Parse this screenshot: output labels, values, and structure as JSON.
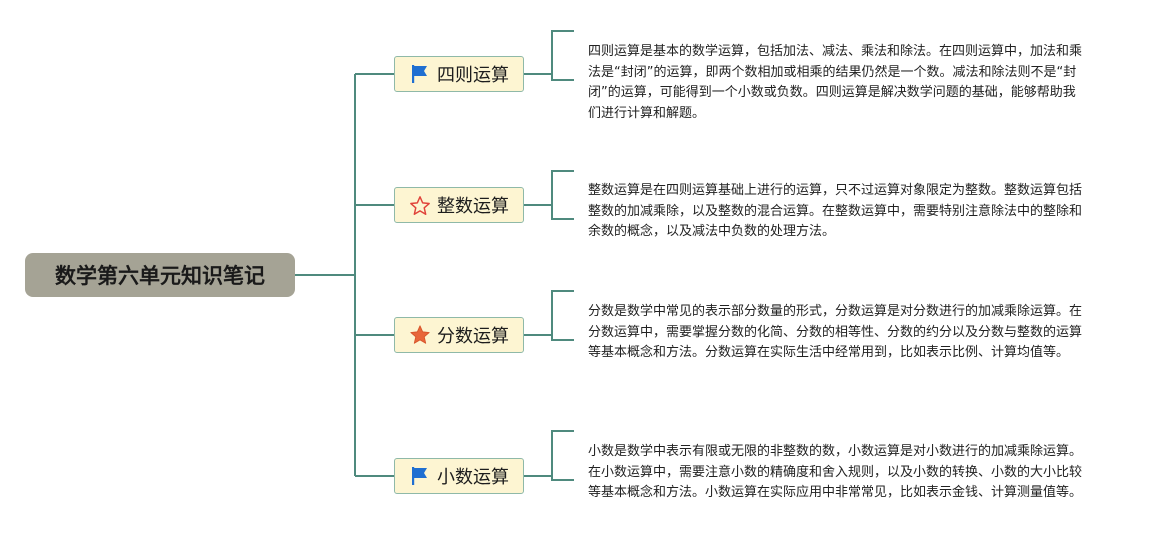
{
  "root": {
    "title": "数学第六单元知识笔记"
  },
  "branches": [
    {
      "label": "四则运算",
      "icon": "flag-icon",
      "note": "四则运算是基本的数学运算，包括加法、减法、乘法和除法。在四则运算中，加法和乘法是“封闭”的运算，即两个数相加或相乘的结果仍然是一个数。减法和除法则不是“封闭”的运算，可能得到一个小数或负数。四则运算是解决数学问题的基础，能够帮助我们进行计算和解题。"
    },
    {
      "label": "整数运算",
      "icon": "star-outline-icon",
      "note": "整数运算是在四则运算基础上进行的运算，只不过运算对象限定为整数。整数运算包括整数的加减乘除，以及整数的混合运算。在整数运算中，需要特别注意除法中的整除和余数的概念，以及减法中负数的处理方法。"
    },
    {
      "label": "分数运算",
      "icon": "star-filled-icon",
      "note": "分数是数学中常见的表示部分数量的形式，分数运算是对分数进行的加减乘除运算。在分数运算中，需要掌握分数的化简、分数的相等性、分数的约分以及分数与整数的运算等基本概念和方法。分数运算在实际生活中经常用到，比如表示比例、计算均值等。"
    },
    {
      "label": "小数运算",
      "icon": "flag-icon",
      "note": "小数是数学中表示有限或无限的非整数的数，小数运算是对小数进行的加减乘除运算。在小数运算中，需要注意小数的精确度和舍入规则，以及小数的转换、小数的大小比较等基本概念和方法。小数运算在实际应用中非常常见，比如表示金钱、计算测量值等。"
    }
  ],
  "colors": {
    "connector": "#4f8a7e",
    "root_bg": "#a5a395",
    "branch_bg": "#fdf5d2",
    "flag": "#1f6fd1",
    "star_outline": "#e0433a",
    "star_filled": "#e8663a"
  }
}
